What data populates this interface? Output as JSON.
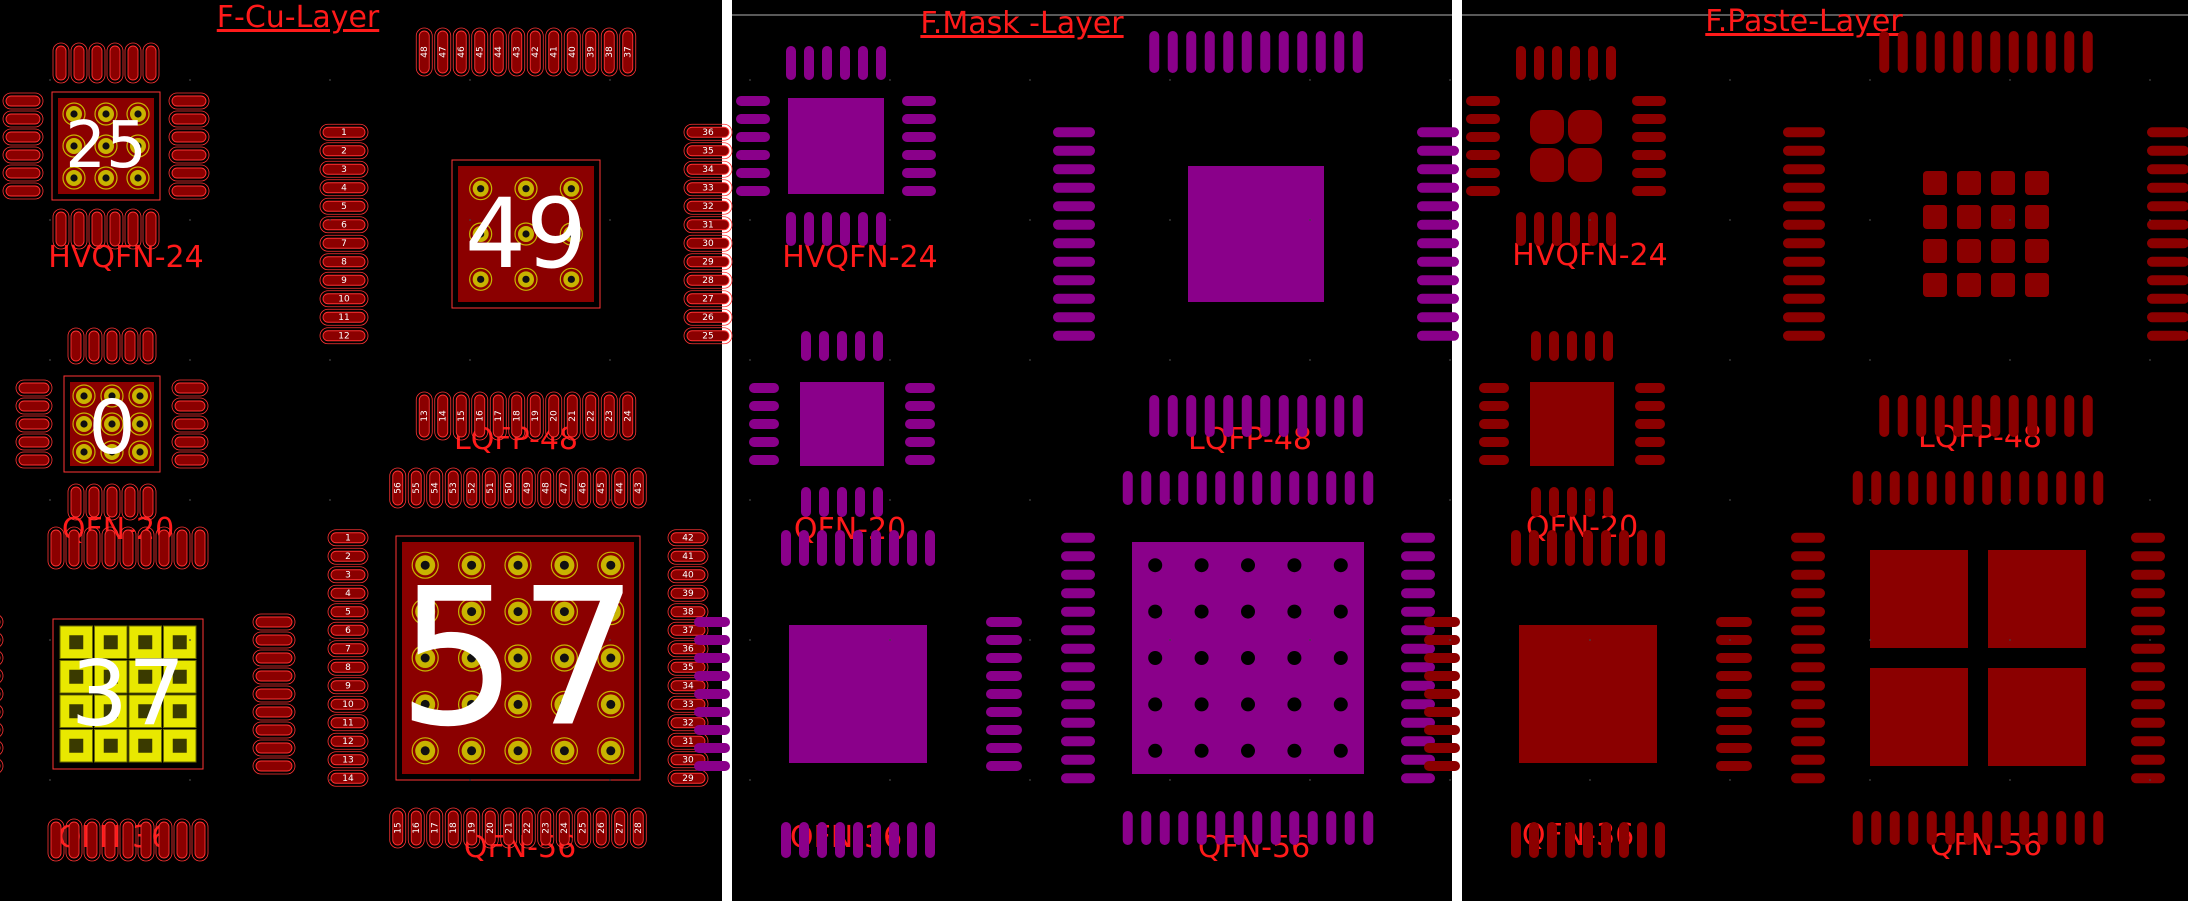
{
  "colors": {
    "background": "#000000",
    "divider": "#ffffff",
    "label": "#ff1a1a",
    "copper": "#8b0000",
    "copper_outline": "#ff3333",
    "mask": "#8a008a",
    "paste": "#8b0000",
    "via_ring": "#c8b400",
    "exposed_pad_37": "#e8e800"
  },
  "panels": [
    {
      "key": "cu",
      "title": "F-Cu-Layer",
      "layer": "copper",
      "footprints": [
        {
          "key": "hvqfn24",
          "label": "HVQFN-24",
          "big_number": "25"
        },
        {
          "key": "lqfp48",
          "label": "LQFP-48",
          "big_number": "49"
        },
        {
          "key": "qfn20",
          "label": "QFN-20",
          "big_number": "0"
        },
        {
          "key": "qfn36",
          "label": "QFN-36",
          "big_number": "37"
        },
        {
          "key": "qfn56",
          "label": "QFN-56",
          "big_number": "57"
        }
      ]
    },
    {
      "key": "mask",
      "title": "F.Mask -Layer",
      "layer": "mask",
      "footprints": [
        {
          "key": "hvqfn24",
          "label": "HVQFN-24"
        },
        {
          "key": "lqfp48",
          "label": "LQFP-48"
        },
        {
          "key": "qfn20",
          "label": "QFN-20"
        },
        {
          "key": "qfn36",
          "label": "QFN-36"
        },
        {
          "key": "qfn56",
          "label": "QFN-56"
        }
      ]
    },
    {
      "key": "paste",
      "title": "F.Paste-Layer",
      "layer": "paste",
      "footprints": [
        {
          "key": "hvqfn24",
          "label": "HVQFN-24"
        },
        {
          "key": "lqfp48",
          "label": "LQFP-48"
        },
        {
          "key": "qfn20",
          "label": "QFN-20"
        },
        {
          "key": "qfn36",
          "label": "QFN-36"
        },
        {
          "key": "qfn56",
          "label": "QFN-56"
        }
      ]
    }
  ],
  "pin_numbers": {
    "lqfp48": {
      "left": [
        "1",
        "2",
        "3",
        "4",
        "5",
        "6",
        "7",
        "8",
        "9",
        "10",
        "11",
        "12"
      ],
      "bottom": [
        "13",
        "14",
        "15",
        "16",
        "17",
        "18",
        "19",
        "20",
        "21",
        "22",
        "23",
        "24"
      ],
      "right": [
        "25",
        "26",
        "27",
        "28",
        "29",
        "30",
        "31",
        "32",
        "33",
        "34",
        "35",
        "36"
      ],
      "top": [
        "37",
        "38",
        "39",
        "40",
        "41",
        "42",
        "43",
        "44",
        "45",
        "46",
        "47",
        "48"
      ]
    },
    "qfn56": {
      "left": [
        "1",
        "2",
        "3",
        "4",
        "5",
        "6",
        "7",
        "8",
        "9",
        "10",
        "11",
        "12",
        "13",
        "14"
      ],
      "bottom": [
        "15",
        "16",
        "17",
        "18",
        "19",
        "20",
        "21",
        "22",
        "23",
        "24",
        "25",
        "26",
        "27",
        "28"
      ],
      "right": [
        "29",
        "30",
        "31",
        "32",
        "33",
        "34",
        "35",
        "36",
        "37",
        "38",
        "39",
        "40",
        "41",
        "42"
      ],
      "top": [
        "43",
        "44",
        "45",
        "46",
        "47",
        "48",
        "49",
        "50",
        "51",
        "52",
        "53",
        "54",
        "55",
        "56"
      ]
    }
  }
}
